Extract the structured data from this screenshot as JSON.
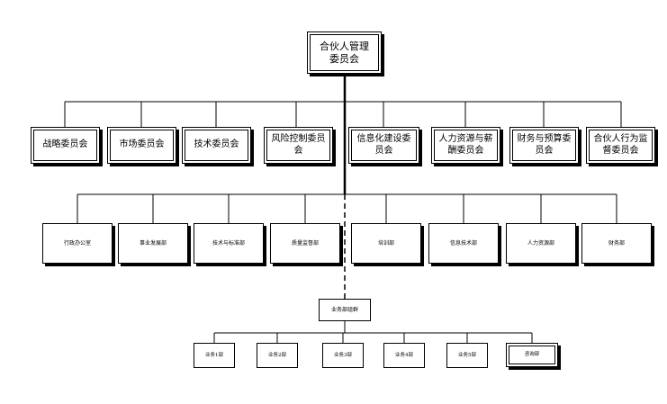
{
  "root": {
    "label": "合伙人管理委员会"
  },
  "committees": [
    {
      "label": "战略委员会"
    },
    {
      "label": "市场委员会"
    },
    {
      "label": "技术委员会"
    },
    {
      "label": "风险控制委员会"
    },
    {
      "label": "信息化建设委员会"
    },
    {
      "label": "人力资源与薪酬委员会"
    },
    {
      "label": "财务与预算委员会"
    },
    {
      "label": "合伙人行为监督委员会"
    }
  ],
  "departments": [
    {
      "label": "行政办公室"
    },
    {
      "label": "事业发展部"
    },
    {
      "label": "技术与标准部"
    },
    {
      "label": "质量监督部"
    },
    {
      "label": "培训部"
    },
    {
      "label": "信息技术部"
    },
    {
      "label": "人力资源部"
    },
    {
      "label": "财务部"
    }
  ],
  "business_group": {
    "label": "业务部组群"
  },
  "business_units": [
    {
      "label": "业务1部"
    },
    {
      "label": "业务2部"
    },
    {
      "label": "业务3部"
    },
    {
      "label": "业务4部"
    },
    {
      "label": "业务5部"
    },
    {
      "label": "咨询部"
    }
  ]
}
